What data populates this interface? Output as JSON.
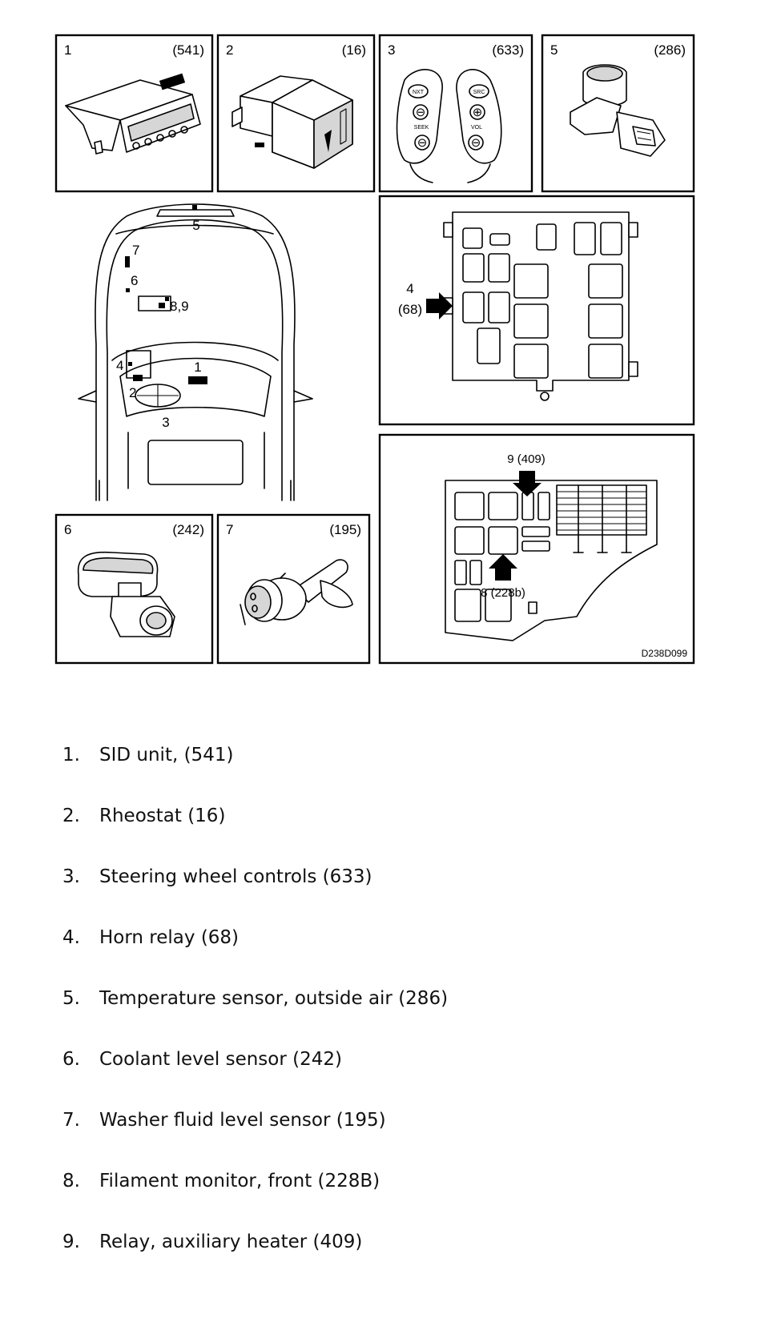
{
  "panels": [
    {
      "num": "1",
      "code": "(541)"
    },
    {
      "num": "2",
      "code": "(16)"
    },
    {
      "num": "3",
      "code": "(633)"
    },
    {
      "num": "5",
      "code": "(286)"
    },
    {
      "num": "6",
      "code": "(242)"
    },
    {
      "num": "7",
      "code": "(195)"
    }
  ],
  "steering_labels": {
    "nxt": "NXT",
    "seek": "SEEK",
    "src": "SRC",
    "vol": "VOL"
  },
  "car_callouts": [
    "5",
    "7",
    "6",
    "8,9",
    "4",
    "1",
    "2",
    "3"
  ],
  "fusebox_callout": {
    "num": "4",
    "code": "(68)"
  },
  "relaybox_callouts": {
    "top": "9 (409)",
    "bottom": "8 (228b)"
  },
  "figure_ref": "D238D099",
  "legend": [
    {
      "num": "1.",
      "text": "SID unit, (541)"
    },
    {
      "num": "2.",
      "text": "Rheostat (16)"
    },
    {
      "num": "3.",
      "text": "Steering wheel controls (633)"
    },
    {
      "num": "4.",
      "text": "Horn relay (68)"
    },
    {
      "num": "5.",
      "text": "Temperature sensor, outside air (286)"
    },
    {
      "num": "6.",
      "text": "Coolant level sensor (242)"
    },
    {
      "num": "7.",
      "text": "Washer fluid level sensor (195)"
    },
    {
      "num": "8.",
      "text": "Filament monitor, front (228B)"
    },
    {
      "num": "9.",
      "text": "Relay, auxiliary heater (409)"
    }
  ]
}
